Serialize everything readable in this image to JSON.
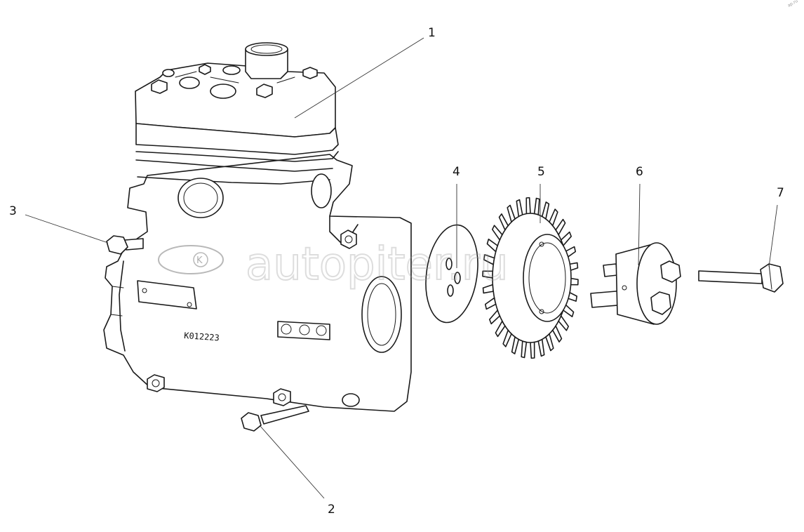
{
  "diagram": {
    "callouts": [
      {
        "id": "1",
        "label": "1"
      },
      {
        "id": "2",
        "label": "2"
      },
      {
        "id": "3",
        "label": "3"
      },
      {
        "id": "4",
        "label": "4"
      },
      {
        "id": "5",
        "label": "5"
      },
      {
        "id": "6",
        "label": "6"
      },
      {
        "id": "7",
        "label": "7"
      }
    ],
    "housing_marking": "K012223",
    "watermark": {
      "text": "autopiter.ru",
      "logo_letter": "K",
      "corner_mark": "ap.ru"
    }
  }
}
